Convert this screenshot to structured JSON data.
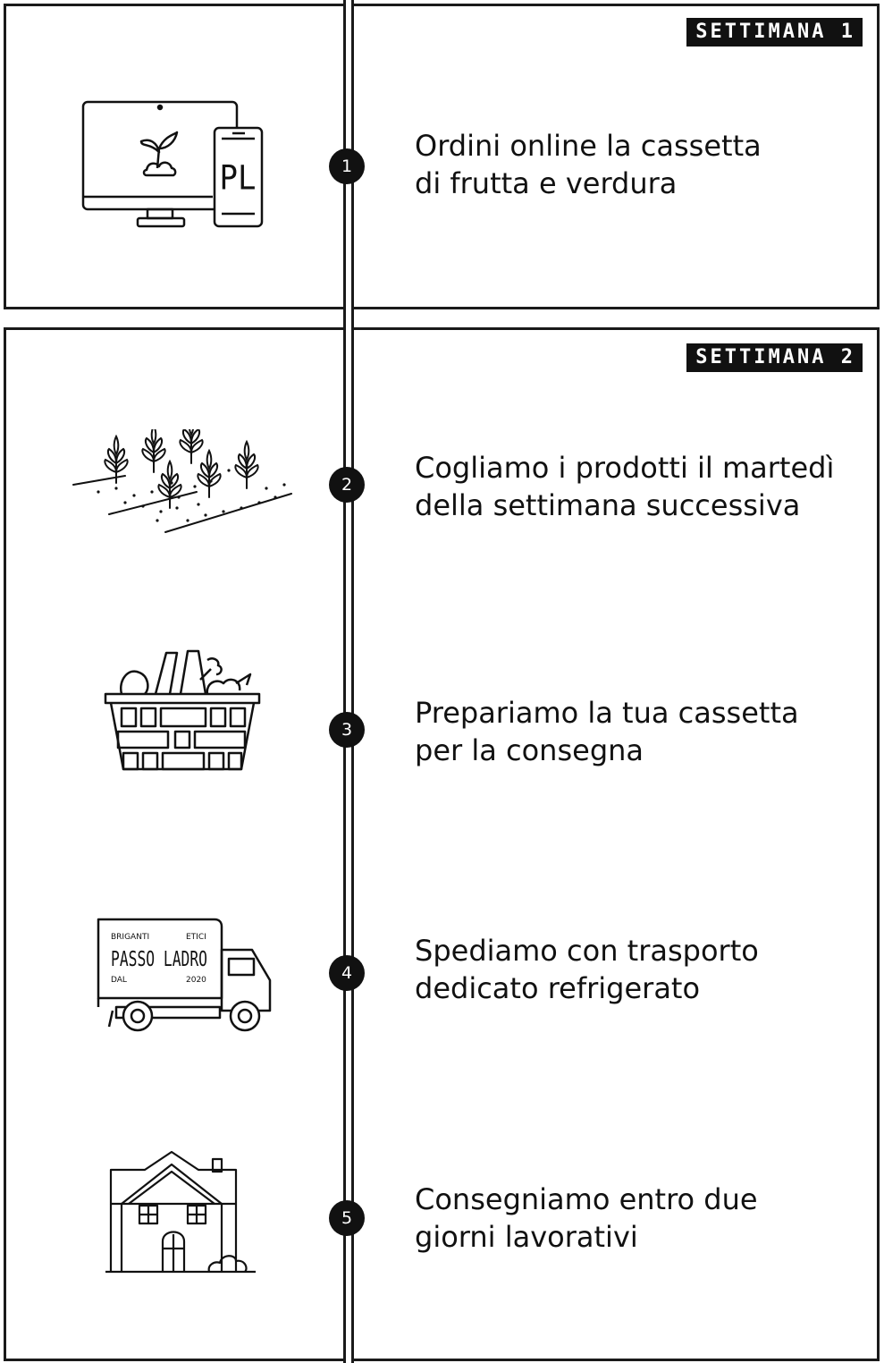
{
  "weeks": {
    "week1_label": "SETTIMANA 1",
    "week2_label": "SETTIMANA 2"
  },
  "steps": [
    {
      "number": "1",
      "line1": "Ordini online la cassetta",
      "line2": "di frutta e verdura",
      "icon": "devices-icon"
    },
    {
      "number": "2",
      "line1": "Cogliamo i prodotti il martedì",
      "line2": "della settimana successiva",
      "icon": "field-icon"
    },
    {
      "number": "3",
      "line1": "Prepariamo la tua cassetta",
      "line2": "per la consegna",
      "icon": "basket-icon"
    },
    {
      "number": "4",
      "line1": "Spediamo con trasporto",
      "line2": "dedicato refrigerato",
      "icon": "truck-icon"
    },
    {
      "number": "5",
      "line1": "Consegniamo entro due",
      "line2": "giorni lavorativi",
      "icon": "house-icon"
    }
  ],
  "phone_logo": "PL",
  "truck_logo": {
    "top_left": "BRIGANTI",
    "top_right": "ETICI",
    "name": "PASSO LADRO",
    "bottom_left": "DAL",
    "bottom_right": "2020"
  },
  "colors": {
    "ink": "#111111",
    "paper": "#ffffff"
  }
}
